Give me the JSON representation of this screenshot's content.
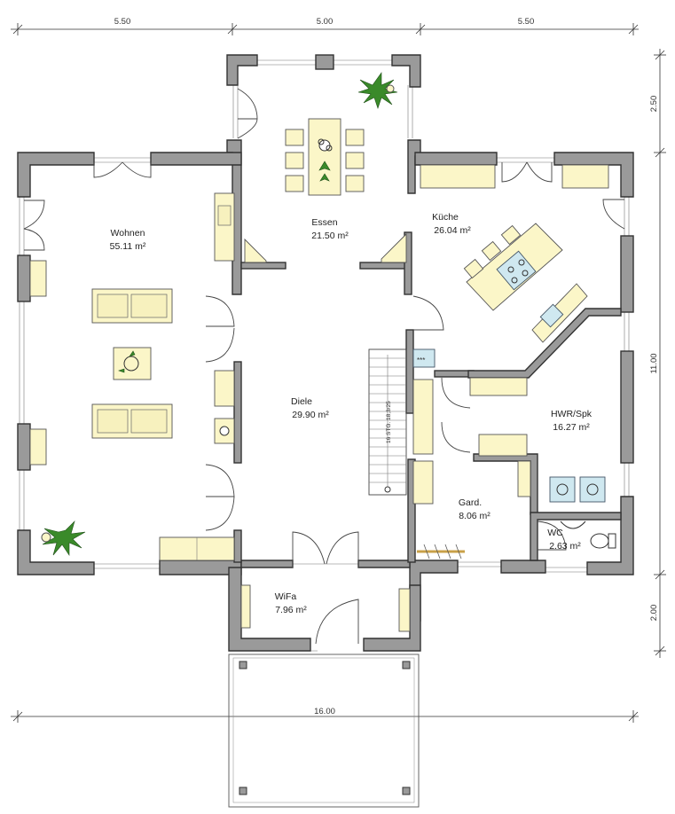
{
  "dimensions": {
    "top": [
      "5.50",
      "5.00",
      "5.50"
    ],
    "bottom": "16.00",
    "right": [
      "2.50",
      "11.00",
      "2.00"
    ]
  },
  "rooms": [
    {
      "name": "Wohnen",
      "area": "55.11 m²"
    },
    {
      "name": "Essen",
      "area": "21.50 m²"
    },
    {
      "name": "Küche",
      "area": "26.04 m²"
    },
    {
      "name": "Diele",
      "area": "29.90 m²"
    },
    {
      "name": "HWR/Spk",
      "area": "16.27 m²"
    },
    {
      "name": "Gard.",
      "area": "8.06 m²"
    },
    {
      "name": "WC",
      "area": "2.63 m²"
    },
    {
      "name": "WiFa",
      "area": "7.96 m²"
    }
  ],
  "stair_label": "16 STG. 18,3/25",
  "colors": {
    "wall_fill": "#9a9a9a",
    "furniture": "#fbf6c8",
    "plant": "#3a8a2a"
  }
}
